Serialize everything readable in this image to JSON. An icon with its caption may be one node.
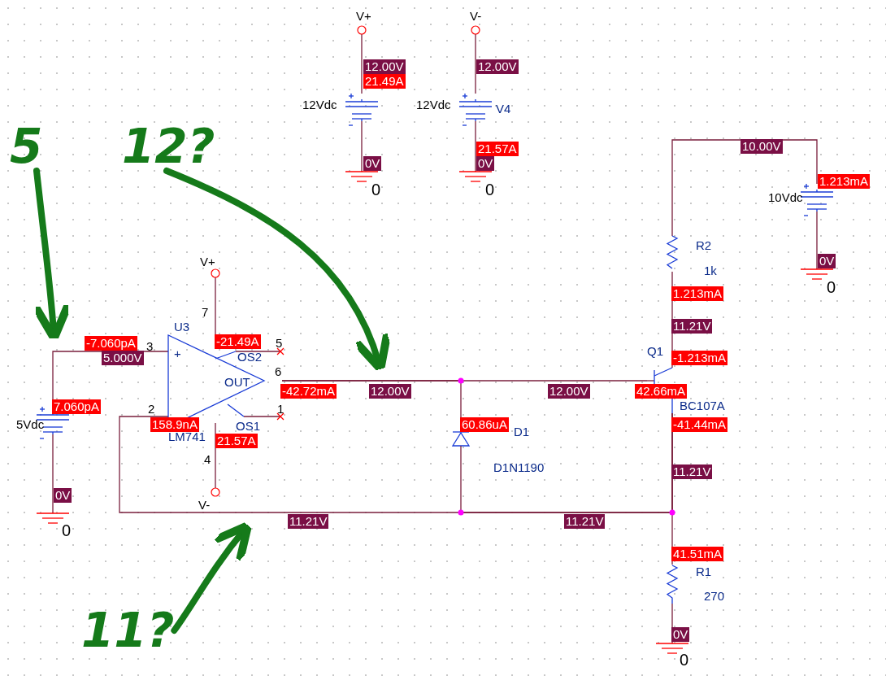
{
  "diagram": {
    "nodes": [
      {
        "text": [
          "5"
        ]
      },
      {
        "text": [
          "12?"
        ]
      },
      {
        "text": [
          "11?"
        ]
      },
      {
        "text": [
          "V+"
        ]
      },
      {
        "text": [
          "V-"
        ]
      },
      {
        "text": [
          "12Vdc"
        ]
      },
      {
        "text": [
          "V4",
          "12Vdc"
        ]
      },
      {
        "text": [
          "0"
        ]
      },
      {
        "text": [
          "0"
        ]
      },
      {
        "text": [
          "10Vdc"
        ]
      },
      {
        "text": [
          "0"
        ]
      },
      {
        "text": [
          "R2",
          "1k"
        ]
      },
      {
        "text": [
          "V+"
        ]
      },
      {
        "text": [
          "U3",
          "LM741"
        ]
      },
      {
        "text": [
          "Q1",
          "BC107A"
        ]
      },
      {
        "text": [
          "5Vdc"
        ]
      },
      {
        "text": [
          "D1",
          "D1N1190"
        ]
      },
      {
        "text": [
          "V-"
        ]
      },
      {
        "text": [
          "0"
        ]
      },
      {
        "text": [
          "R1",
          "270"
        ]
      },
      {
        "text": [
          "0"
        ]
      }
    ],
    "edges": [
      {
        "from": 0,
        "to": null,
        "arrow": "to",
        "style": "thick",
        "color": "#157a1a"
      },
      {
        "from": 1,
        "to": null,
        "arrow": "to",
        "style": "thick",
        "color": "#157a1a"
      },
      {
        "from": 2,
        "to": null,
        "arrow": "to",
        "style": "thick",
        "color": "#157a1a"
      },
      {
        "from": 3,
        "to": 5,
        "arrow": "none"
      },
      {
        "from": 5,
        "to": 7,
        "arrow": "none"
      },
      {
        "from": 4,
        "to": 6,
        "arrow": "none"
      },
      {
        "from": 6,
        "to": 8,
        "arrow": "none"
      },
      {
        "from": 9,
        "to": 11,
        "arrow": "none"
      },
      {
        "from": 9,
        "to": 10,
        "arrow": "none"
      },
      {
        "from": 11,
        "to": 14,
        "arrow": "none"
      },
      {
        "from": 12,
        "to": 13,
        "arrow": "none"
      },
      {
        "from": 13,
        "to": 17,
        "arrow": "none"
      },
      {
        "from": 15,
        "to": 13,
        "arrow": "none"
      },
      {
        "from": 15,
        "to": 18,
        "arrow": "none"
      },
      {
        "from": 13,
        "to": 16,
        "arrow": "none"
      },
      {
        "from": 13,
        "to": 14,
        "arrow": "none"
      },
      {
        "from": 14,
        "to": 19,
        "arrow": "none"
      },
      {
        "from": 14,
        "to": 16,
        "arrow": "none"
      },
      {
        "from": 14,
        "to": 13,
        "arrow": "none"
      },
      {
        "from": 19,
        "to": 20,
        "arrow": "none"
      }
    ],
    "labels": [
      "12.00V",
      "12.00V",
      "21.49A",
      "21.57A",
      "10.00V",
      "0V",
      "0V",
      "1.213mA",
      "0V",
      "1.213mA",
      "7",
      "11.21V",
      "-7.060pA",
      "-21.49A",
      "5",
      "3",
      "5.000V",
      "+",
      "OS2",
      "-1.213mA",
      "6",
      "OUT",
      "-42.72mA",
      "12.00V",
      "12.00V",
      "42.66mA",
      "7.060pA",
      "2",
      "1",
      "158.9nA",
      "OS1",
      "60.86uA",
      "-41.44mA",
      "21.57A",
      "4",
      "11.21V",
      "0V",
      "11.21V",
      "11.21V",
      "41.51mA",
      "0V"
    ]
  }
}
